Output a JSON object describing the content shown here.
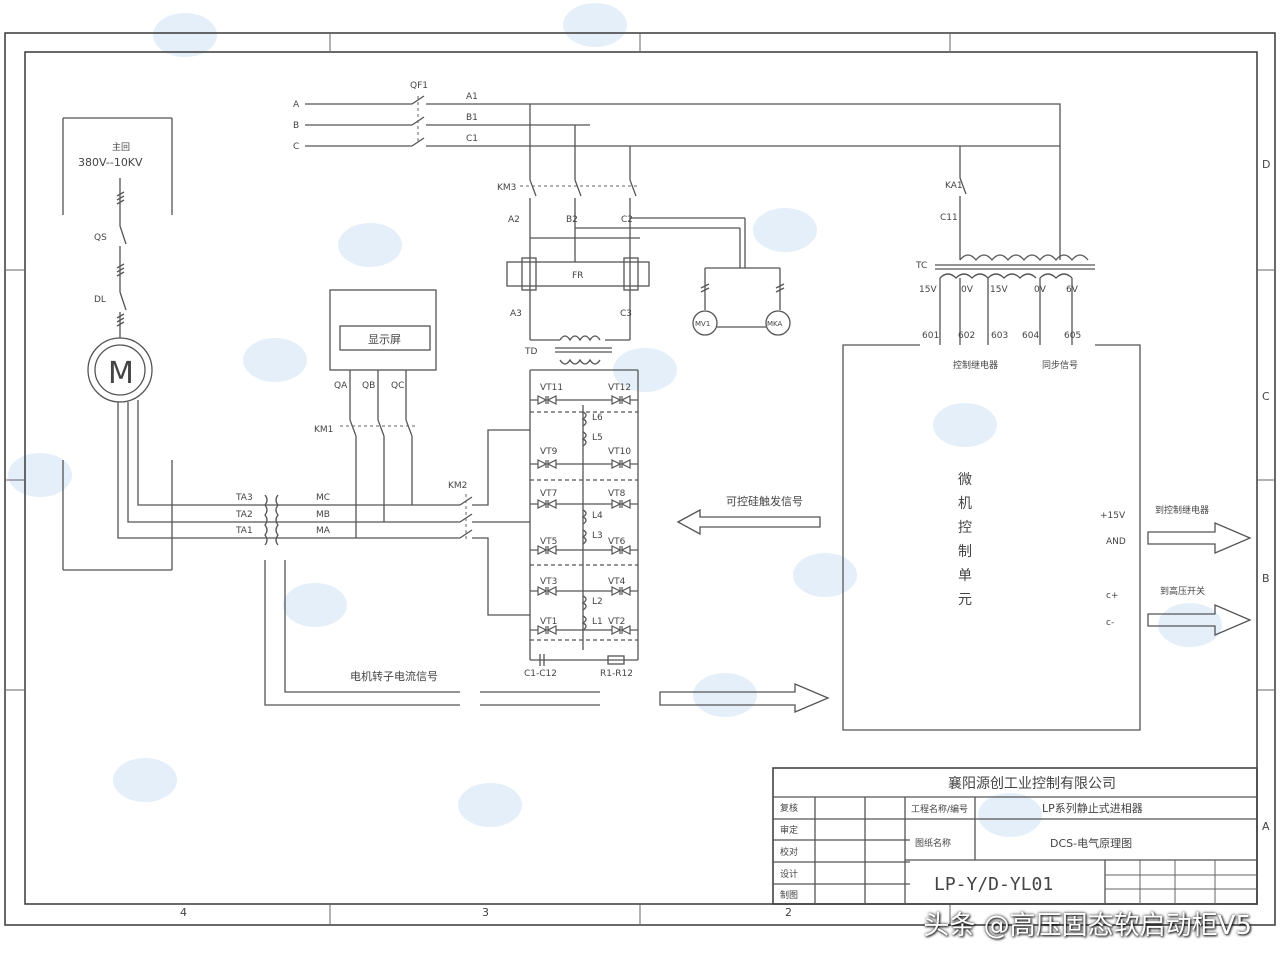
{
  "sheet": {
    "zones_right": [
      "D",
      "C",
      "B",
      "A"
    ],
    "zones_bottom": [
      "4",
      "3",
      "2"
    ]
  },
  "supply": {
    "phases": [
      "A",
      "B",
      "C"
    ],
    "phase_out": [
      "A1",
      "B1",
      "C1"
    ],
    "breaker": "QF1",
    "heading": "主回",
    "voltage": "380V--10KV",
    "qs": "QS",
    "dl": "DL",
    "motor": "M"
  },
  "contactors": {
    "km3": "KM3",
    "km1": "KM1",
    "km2": "KM2",
    "ka1": "KA1",
    "phase_points": [
      "A2",
      "B2",
      "C2"
    ],
    "a3": "A3",
    "c3": "C3",
    "fr": "FR",
    "td": "TD",
    "c11": "C11",
    "tc": "TC"
  },
  "meters": {
    "v1": "MV1",
    "v2": "MKA"
  },
  "display": {
    "label": "显示屏",
    "terminals": [
      "QA",
      "QB",
      "QC"
    ]
  },
  "ct": {
    "labels": [
      "TA3",
      "TA2",
      "TA1"
    ],
    "taps": [
      "MC",
      "MB",
      "MA"
    ]
  },
  "thyristors": {
    "left": [
      "VT11",
      "VT9",
      "VT7",
      "VT5",
      "VT3",
      "VT1"
    ],
    "right": [
      "VT12",
      "VT10",
      "VT8",
      "VT6",
      "VT4",
      "VT2"
    ],
    "inductors": [
      "L6",
      "L5",
      "L4",
      "L3",
      "L2",
      "L1"
    ],
    "rc_left": "C1-C12",
    "rc_right": "R1-R12"
  },
  "transformer": {
    "taps": [
      "15V",
      "0V",
      "15V",
      "0V",
      "6V"
    ],
    "outputs": [
      "601",
      "602",
      "603",
      "604",
      "605"
    ],
    "control_relay": "控制继电器",
    "sync_signal": "同步信号"
  },
  "controller": {
    "title_chars": [
      "微",
      "机",
      "控",
      "制",
      "单",
      "元"
    ],
    "p15": "+15V",
    "gnd": "AND",
    "cplus": "c+",
    "cminus": "c-"
  },
  "signals": {
    "trigger": "可控硅触发信号",
    "motor_current": "电机转子电流信号",
    "to_relay": "到控制继电器",
    "to_switch": "到高压开关"
  },
  "title_block": {
    "company": "襄阳源创工业控制有限公司",
    "project_label": "工程名称/编号",
    "project_value": "LP系列静止式进相器",
    "drawing_label": "图纸名称",
    "drawing_value": "DCS-电气原理图",
    "drawing_no": "LP-Y/D-YL01",
    "roles": [
      "复核",
      "审定",
      "校对",
      "设计",
      "制图"
    ]
  },
  "watermark": "头条 @高压固态软启动柜V5"
}
